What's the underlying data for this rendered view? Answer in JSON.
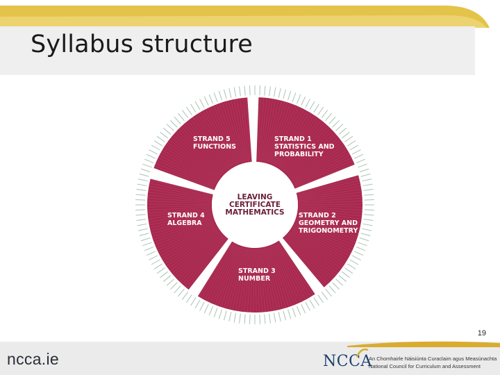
{
  "slide": {
    "title": "Syllabus structure",
    "page_number": "19"
  },
  "diagram": {
    "center": [
      "LEAVING",
      "CERTIFICATE",
      "MATHEMATICS"
    ],
    "segments": [
      {
        "id": "strand-1",
        "lines": [
          "STRAND 1",
          "STATISTICS AND",
          "PROBABILITY"
        ]
      },
      {
        "id": "strand-2",
        "lines": [
          "STRAND 2",
          "GEOMETRY AND",
          "TRIGONOMETRY"
        ]
      },
      {
        "id": "strand-3",
        "lines": [
          "STRAND 3",
          "NUMBER"
        ]
      },
      {
        "id": "strand-4",
        "lines": [
          "STRAND 4",
          "ALGEBRA"
        ]
      },
      {
        "id": "strand-5",
        "lines": [
          "STRAND 5",
          "FUNCTIONS"
        ]
      }
    ],
    "colors": {
      "segment": "#a8294f",
      "segment_stripe": "#c7577a",
      "center_text": "#6b1d36",
      "segment_text": "#ffffff",
      "outer_ticks": "#a9c2b4"
    }
  },
  "footer": {
    "site": "ncca.ie",
    "logo_text": "NCCA",
    "line1": "An Chomhairle Náisiúnta Curaclaim agus Measúnachta",
    "line2": "National Council for Curriculum and Assessment",
    "accent_color": "#d9ac2f"
  }
}
